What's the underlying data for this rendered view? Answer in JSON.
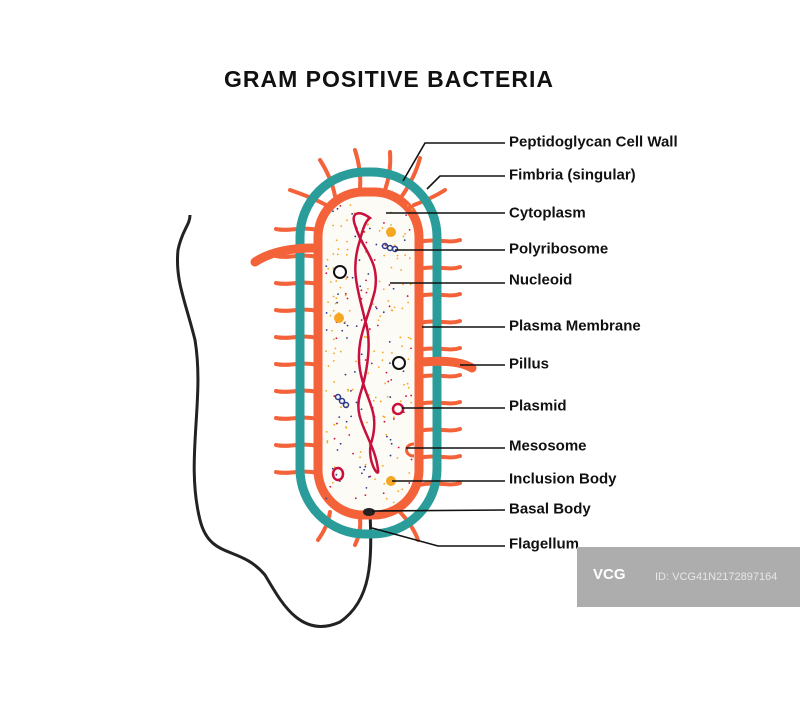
{
  "title": "GRAM POSITIVE BACTERIA",
  "labels": [
    "Peptidoglycan Cell Wall",
    "Fimbria (singular)",
    "Cytoplasm",
    "Polyribosome",
    "Nucleoid",
    "Plasma Membrane",
    "Pillus",
    "Plasmid",
    "Mesosome",
    "Inclusion Body",
    "Basal Body",
    "Flagellum"
  ],
  "watermark": {
    "logo": "VCG",
    "id": "ID: VCG41N2172897164"
  },
  "colors": {
    "wall": "#2a9d9b",
    "membrane": "#f4623a",
    "nucleoid": "#c8103e",
    "inclusion": "#f5a623",
    "ribosome": "#2b3a8a"
  }
}
